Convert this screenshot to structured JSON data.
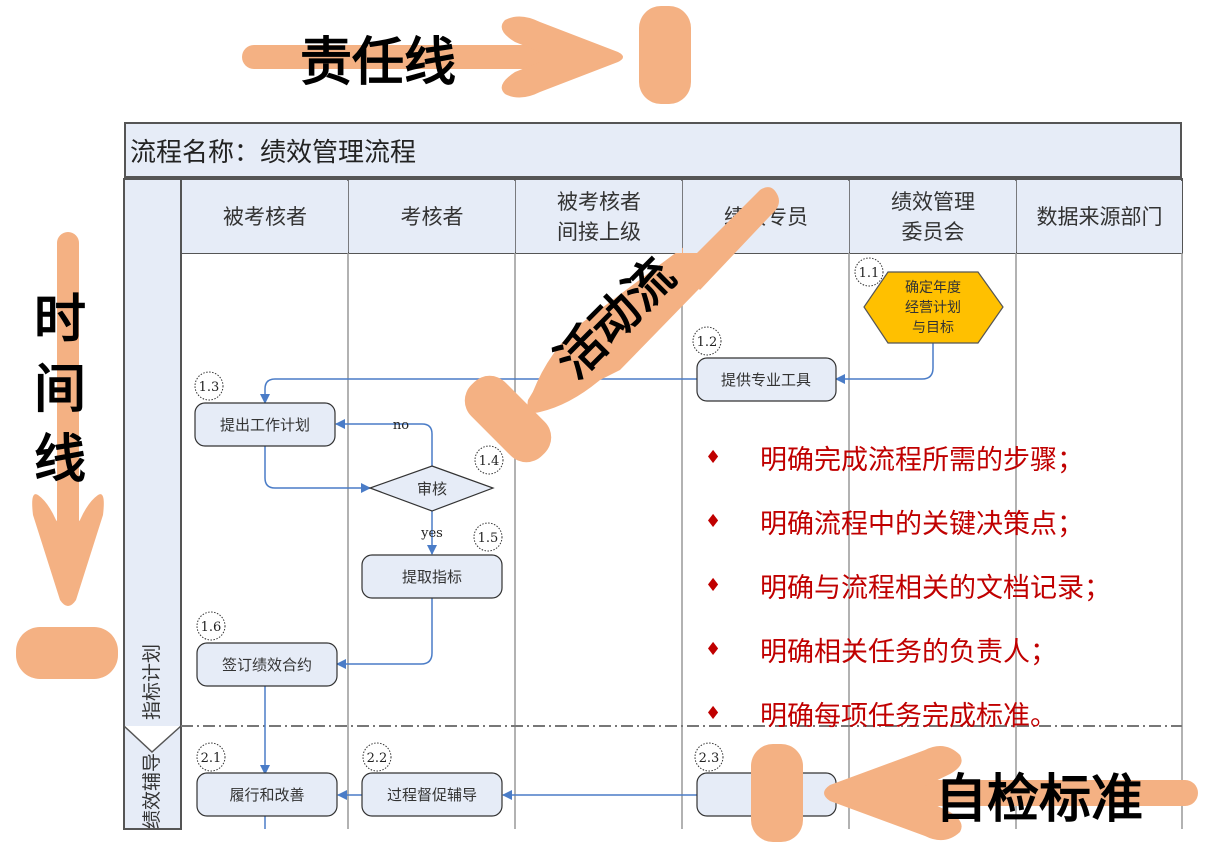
{
  "process_title": "流程名称：绩效管理流程",
  "lanes": [
    {
      "label": "被考核者"
    },
    {
      "label": "考核者"
    },
    {
      "label": "被考核者\n间接上级"
    },
    {
      "label": "绩效专员"
    },
    {
      "label": "绩效管理\n委员会"
    },
    {
      "label": "数据来源部门"
    }
  ],
  "phases": [
    {
      "label": "指标计划"
    },
    {
      "label": "绩效辅导"
    }
  ],
  "nodes": [
    {
      "id": "1.1",
      "label": "确定年度\n经营计划\n与目标",
      "shape": "hexagon",
      "color": "#ffc000"
    },
    {
      "id": "1.2",
      "label": "提供专业工具",
      "shape": "rounded-rect"
    },
    {
      "id": "1.3",
      "label": "提出工作计划",
      "shape": "rounded-rect"
    },
    {
      "id": "1.4",
      "label": "审核",
      "shape": "diamond"
    },
    {
      "id": "1.5",
      "label": "提取指标",
      "shape": "rounded-rect"
    },
    {
      "id": "1.6",
      "label": "签订绩效合约",
      "shape": "rounded-rect"
    },
    {
      "id": "2.1",
      "label": "履行和改善",
      "shape": "rounded-rect"
    },
    {
      "id": "2.2",
      "label": "过程督促辅导",
      "shape": "rounded-rect"
    },
    {
      "id": "2.3",
      "label": "",
      "shape": "rounded-rect"
    }
  ],
  "edge_labels": {
    "no": "no",
    "yes": "yes"
  },
  "annotations": {
    "responsibility_line": "责任线",
    "time_line": "时间线",
    "activity_flow": "活动流",
    "self_check": "自检标准"
  },
  "bullets": [
    "明确完成流程所需的步骤；",
    "明确流程中的关键决策点；",
    "明确与流程相关的文档记录；",
    "明确相关任务的负责人；",
    "明确每项任务完成标准。"
  ],
  "colors": {
    "header_fill": "#e6ecf7",
    "node_fill": "#e6ecf7",
    "hexagon_fill": "#ffc000",
    "connector": "#4a7cc7",
    "annotation_arrow": "#f4b183",
    "bullet_text": "#c00000"
  }
}
